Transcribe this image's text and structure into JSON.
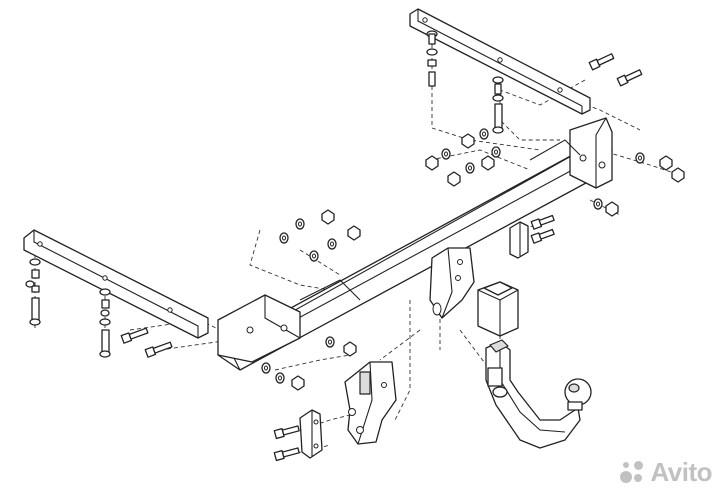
{
  "watermark": {
    "text": "Avito",
    "icon": "avito-dots-logo",
    "color": "#8f8f8f"
  },
  "diagram": {
    "style": "line-art exploded assembly",
    "line_color": "#222222",
    "background": "#ffffff"
  }
}
